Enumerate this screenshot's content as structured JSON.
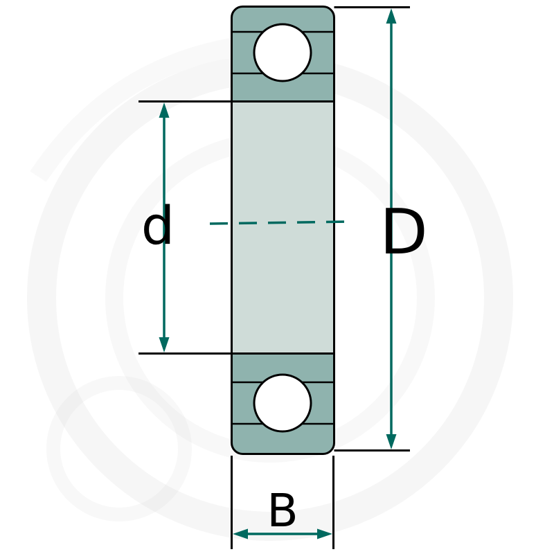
{
  "diagram": {
    "labels": {
      "inner_diameter": "d",
      "outer_diameter": "D",
      "width": "B"
    }
  },
  "colors": {
    "dimension": "#00695f",
    "ring_dark": "#8fb3ae",
    "ring_light": "#cfdcd8",
    "ball": "#ffffff",
    "outline": "#000000",
    "watermark": "#c9c9c9",
    "background": "#ffffff"
  }
}
